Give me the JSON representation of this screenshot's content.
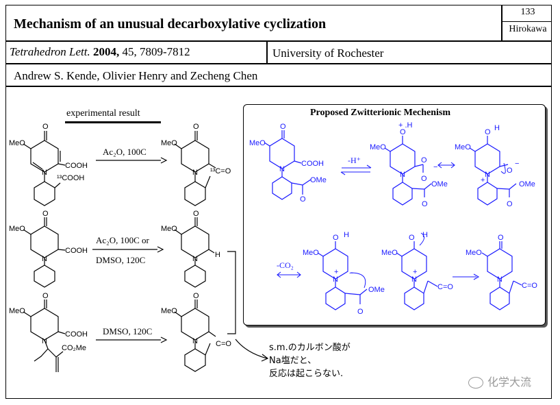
{
  "header": {
    "title": "Mechanism of an unusual decarboxylative cyclization",
    "number": "133",
    "lab": "Hirokawa"
  },
  "citation": {
    "journal": "Tetrahedron Lett.",
    "year": "2004,",
    "volume_pages": " 45, 7809-7812",
    "university": "University of Rochester",
    "authors": "Andrew S. Kende, Olivier Henry and Zecheng Chen"
  },
  "experimental": {
    "label": "experimental result",
    "reaction1_conditions": "Ac₂O, 100C",
    "reaction2_conditions_top": "Ac₂O, 100C or",
    "reaction2_conditions_bottom": "DMSO, 120C",
    "reaction3_conditions": "DMSO, 120C"
  },
  "mechanism": {
    "title": "Proposed Zwitterionic Mechenism",
    "step1_label": "-H⁺",
    "step2_label": "-CO₂"
  },
  "atoms": {
    "O": "O",
    "N": "N",
    "H": "H",
    "OMe": "OMe",
    "MeO": "MeO",
    "COOH": "COOH",
    "COOH13": "¹³COOH",
    "C13O": "¹³C=O",
    "CO": "C=O",
    "CO2Me": "CO₂Me",
    "plus": "+",
    "minus": "−",
    "charge_plus_H": "+ .H"
  },
  "note": {
    "line1": "s.m.のカルボン酸が",
    "line2": "Na塩だと、",
    "line3": "反応は起こらない."
  },
  "watermark": "化学大流",
  "colors": {
    "mechanism": "#1a1aff",
    "text": "#000000",
    "watermark": "#9a9a9a"
  }
}
